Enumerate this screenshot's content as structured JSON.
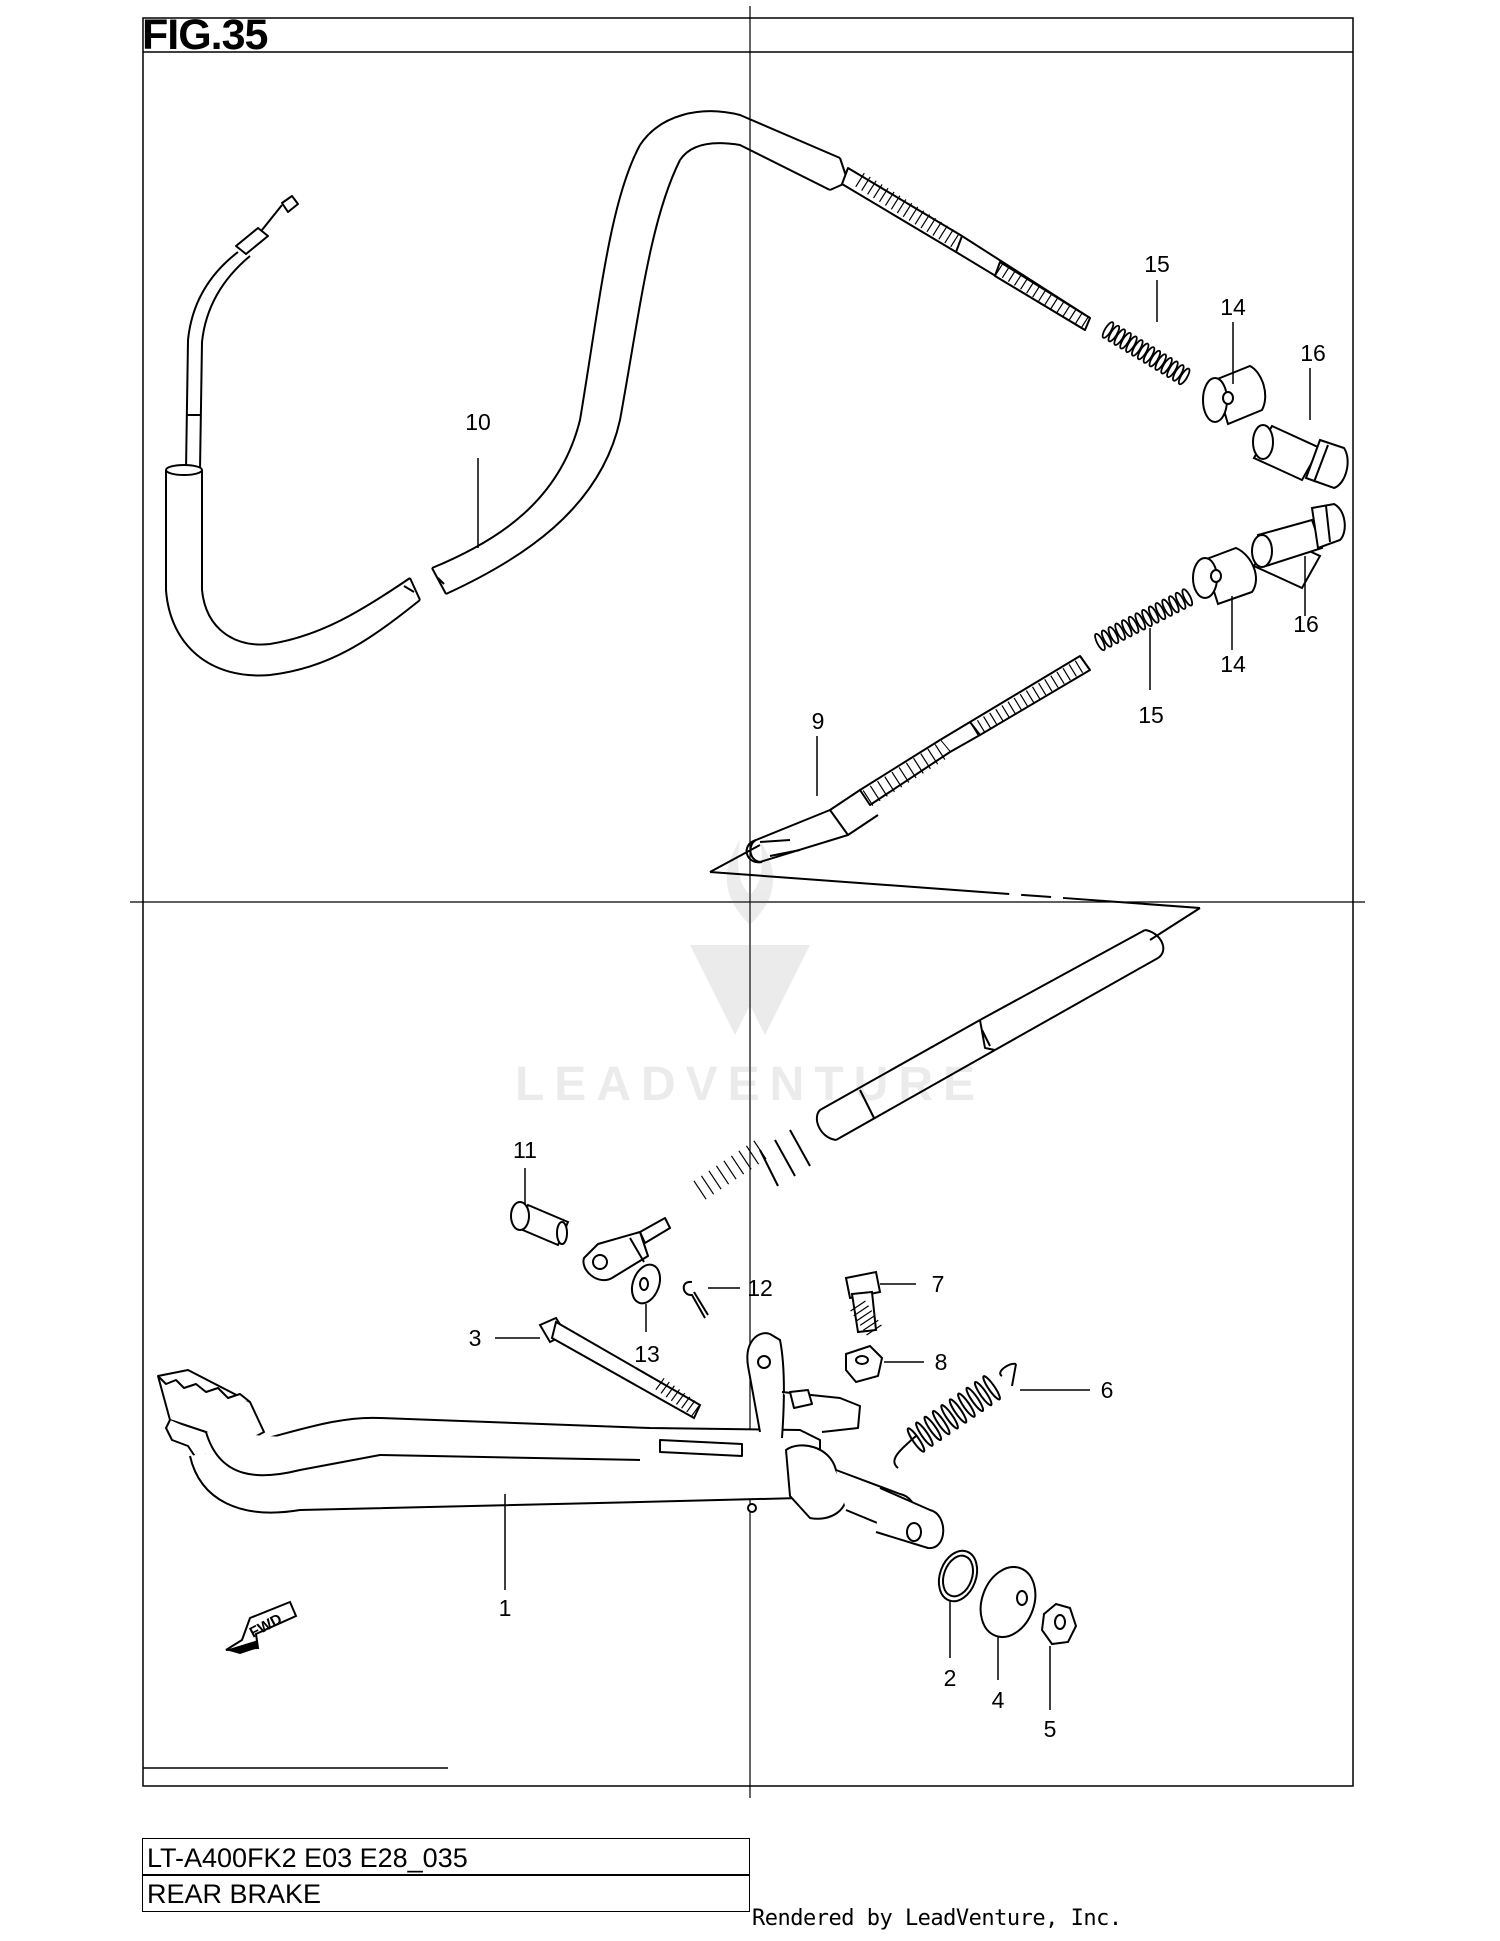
{
  "figure": {
    "title": "FIG.35"
  },
  "callouts": [
    {
      "id": "c10",
      "label": "10"
    },
    {
      "id": "c15a",
      "label": "15"
    },
    {
      "id": "c14a",
      "label": "14"
    },
    {
      "id": "c16a",
      "label": "16"
    },
    {
      "id": "c16b",
      "label": "16"
    },
    {
      "id": "c14b",
      "label": "14"
    },
    {
      "id": "c15b",
      "label": "15"
    },
    {
      "id": "c9",
      "label": "9"
    },
    {
      "id": "c11",
      "label": "11"
    },
    {
      "id": "c12",
      "label": "12"
    },
    {
      "id": "c13",
      "label": "13"
    },
    {
      "id": "c3",
      "label": "3"
    },
    {
      "id": "c7",
      "label": "7"
    },
    {
      "id": "c8",
      "label": "8"
    },
    {
      "id": "c6",
      "label": "6"
    },
    {
      "id": "c1",
      "label": "1"
    },
    {
      "id": "c2",
      "label": "2"
    },
    {
      "id": "c4",
      "label": "4"
    },
    {
      "id": "c5",
      "label": "5"
    }
  ],
  "fwd_label": "FWD",
  "watermark": {
    "text": "LEADVENTURE"
  },
  "footer": {
    "model_code": "LT-A400FK2 E03 E28_035",
    "section_name": "REAR BRAKE",
    "rendered_by": "Rendered by LeadVenture, Inc."
  }
}
